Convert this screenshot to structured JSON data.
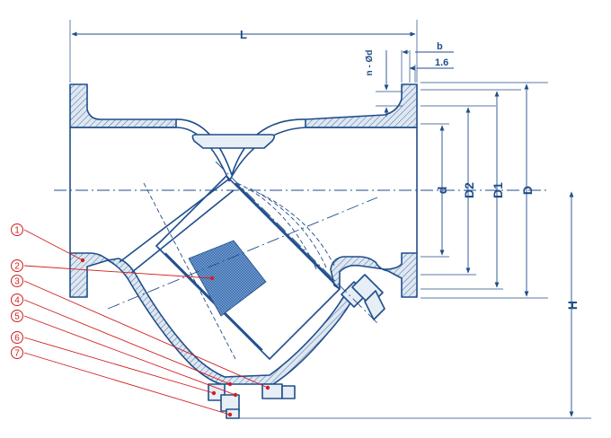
{
  "dimensions": {
    "L": "L",
    "b": "b",
    "gasket": "1.6",
    "bolt_holes": "n - Ød",
    "d": "d",
    "D2": "D2",
    "D1": "D1",
    "D": "D",
    "H": "H"
  },
  "callouts": [
    "1",
    "2",
    "3",
    "4",
    "5",
    "6",
    "7"
  ],
  "colors": {
    "drawing": "#1f4e8a",
    "callout": "#d11f1f",
    "screen": "#3d6fb0"
  }
}
